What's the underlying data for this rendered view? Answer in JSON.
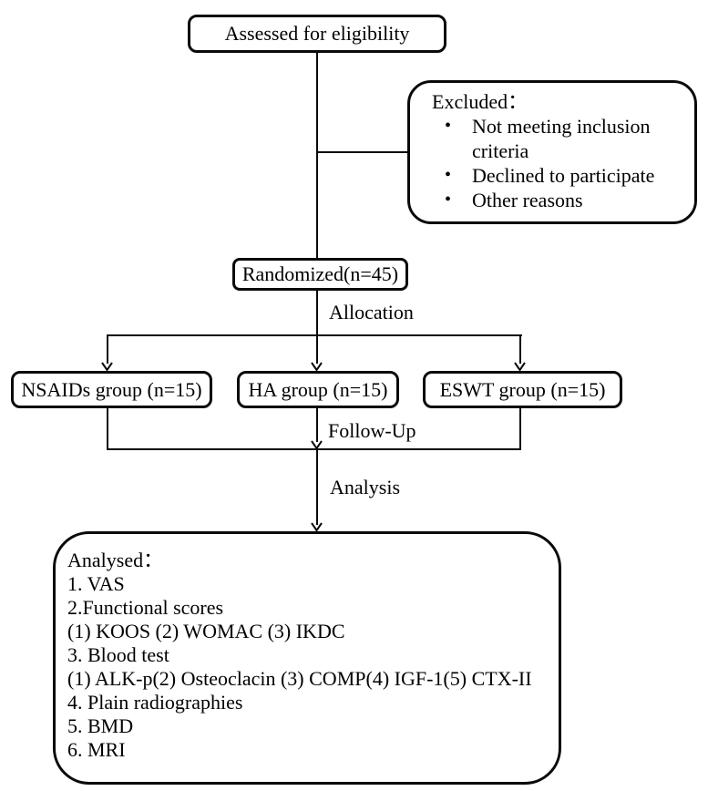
{
  "diagram": {
    "assessed": {
      "label": "Assessed for eligibility"
    },
    "excluded": {
      "title": "Excluded：",
      "bullet": "•",
      "items": [
        "Not meeting inclusion criteria",
        "Declined to participate",
        "Other reasons"
      ]
    },
    "randomized": {
      "label": "Randomized(n=45)"
    },
    "stage_labels": {
      "allocation": "Allocation",
      "follow_up": "Follow-Up",
      "analysis": "Analysis"
    },
    "groups": [
      {
        "label": "NSAIDs group (n=15)"
      },
      {
        "label": "HA group (n=15)"
      },
      {
        "label": "ESWT group (n=15)"
      }
    ],
    "analysed": {
      "title": "Analysed：",
      "lines": [
        "1. VAS",
        "2.Functional scores",
        "(1) KOOS (2) WOMAC (3) IKDC",
        "3. Blood test",
        "(1) ALK-p(2) Osteoclacin (3) COMP(4) IGF-1(5) CTX-II",
        "4. Plain radiographies",
        "5. BMD",
        "6. MRI"
      ]
    },
    "colors": {
      "line": "#0a0a0a",
      "background": "#ffffff",
      "text": "#000000"
    }
  }
}
